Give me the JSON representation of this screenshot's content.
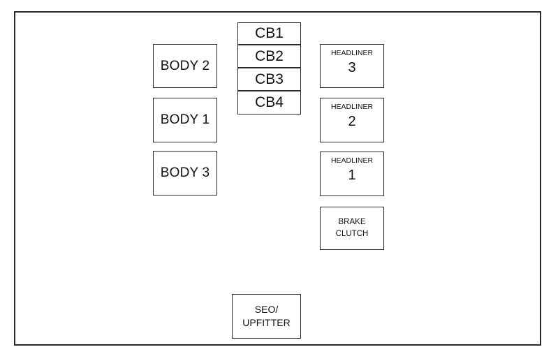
{
  "circuit_breakers": [
    "CB1",
    "CB2",
    "CB3",
    "CB4"
  ],
  "body_fuses": [
    "BODY 2",
    "BODY 1",
    "BODY 3"
  ],
  "headliner": [
    {
      "label": "HEADLINER",
      "number": "3"
    },
    {
      "label": "HEADLINER",
      "number": "2"
    },
    {
      "label": "HEADLINER",
      "number": "1"
    }
  ],
  "brake_clutch": {
    "line1": "BRAKE",
    "line2": "CLUTCH"
  },
  "seo_upfitter": {
    "line1": "SEO/",
    "line2": "UPFITTER"
  }
}
